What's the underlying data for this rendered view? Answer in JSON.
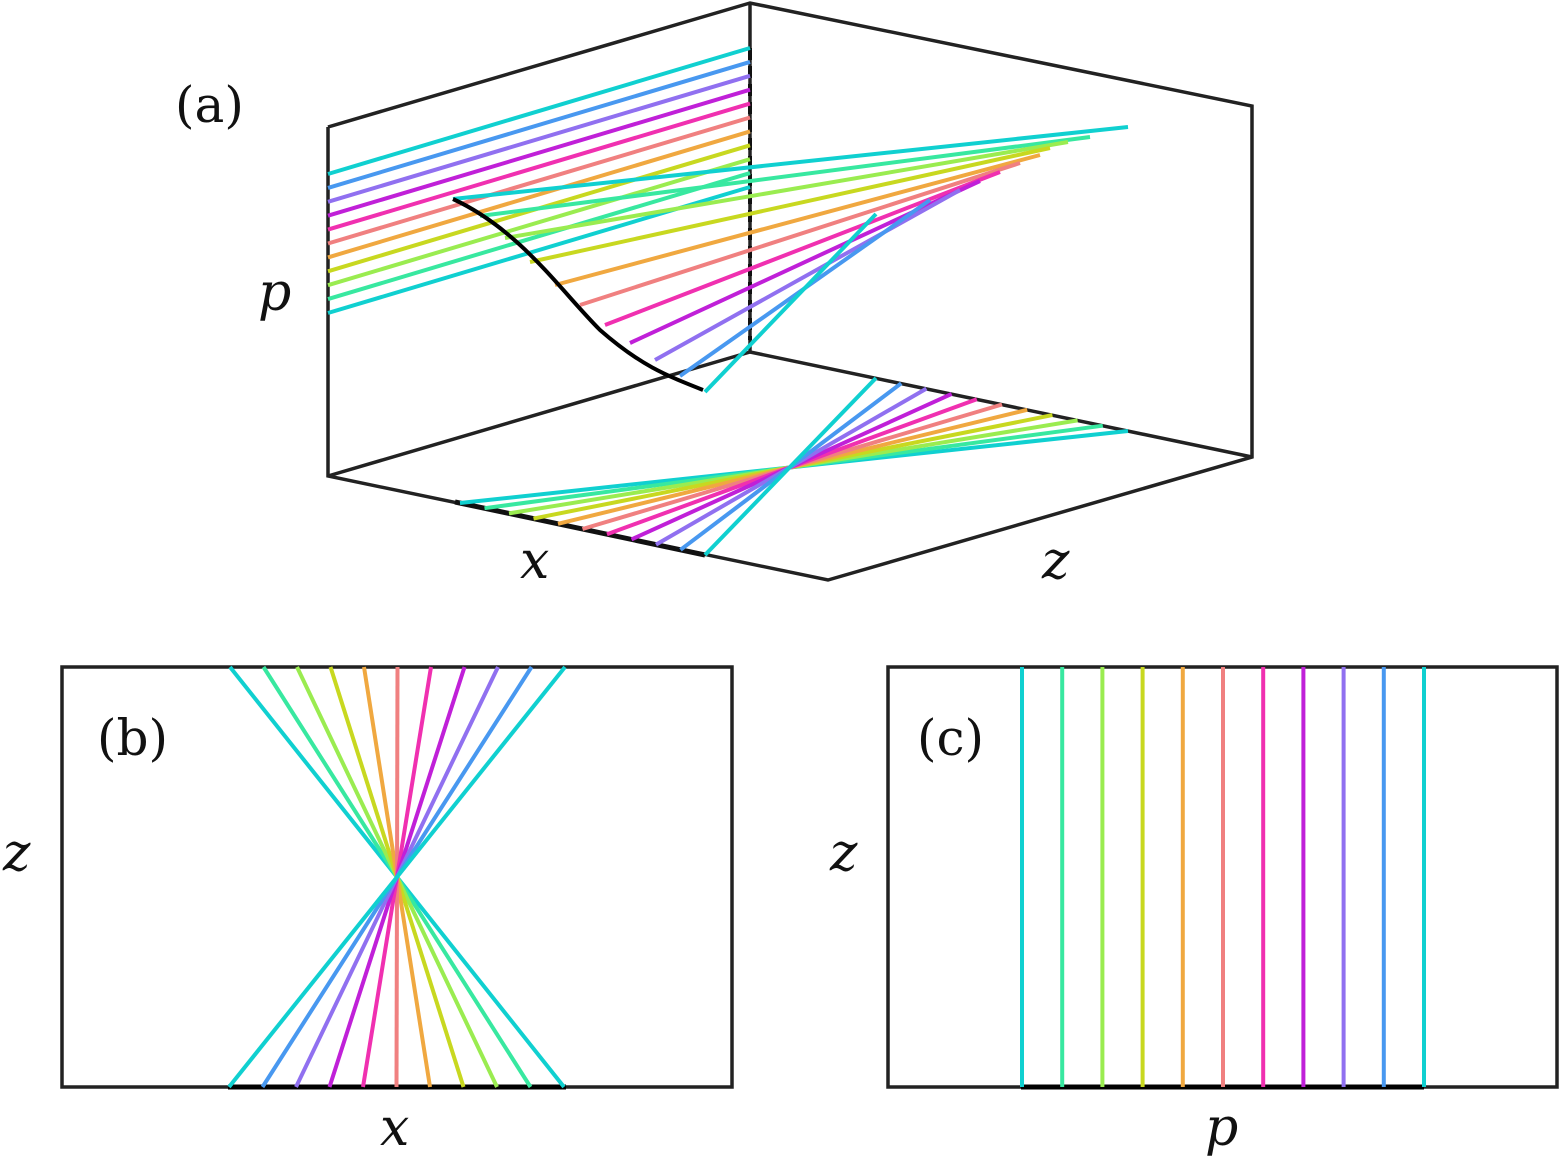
{
  "panels": {
    "a": {
      "label": "(a)",
      "axes": {
        "x": "x",
        "z": "z",
        "p": "p"
      }
    },
    "b": {
      "label": "(b)",
      "xlabel": "x",
      "ylabel": "z"
    },
    "c": {
      "label": "(c)",
      "xlabel": "p",
      "ylabel": "z"
    }
  },
  "rays": {
    "count": 11,
    "colors": [
      "#10d0d0",
      "#38e8a0",
      "#9aec50",
      "#c8d820",
      "#f0a840",
      "#f08080",
      "#f030b0",
      "#c020d8",
      "#9070f0",
      "#4898f0",
      "#10d0d0"
    ]
  },
  "colors": {
    "axis": "#222222",
    "trajectory": "#000000"
  }
}
